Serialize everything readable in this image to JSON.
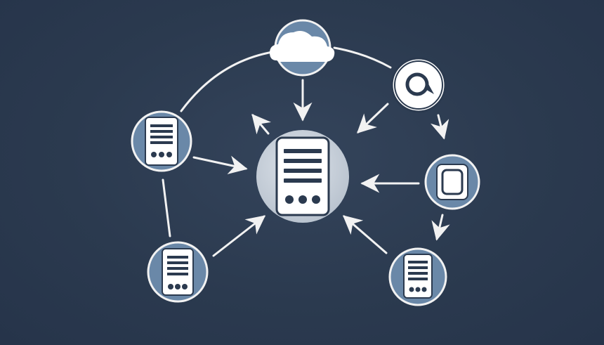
{
  "colors": {
    "background": "#2b3a4f",
    "node_fill": "#6a88a8",
    "hub_fill": "#c9d1db",
    "line": "#f2f2f2",
    "icon": "#ffffff",
    "icon_detail": "#2b3a4f"
  },
  "nodes": [
    {
      "id": "hub",
      "icon": "document-icon"
    },
    {
      "id": "top",
      "icon": "cloud-icon"
    },
    {
      "id": "top-right",
      "icon": "chat-bubble-icon"
    },
    {
      "id": "right",
      "icon": "mobile-device-icon"
    },
    {
      "id": "bottom-right",
      "icon": "document-icon"
    },
    {
      "id": "bottom-left",
      "icon": "document-icon"
    },
    {
      "id": "left",
      "icon": "document-icon"
    }
  ]
}
